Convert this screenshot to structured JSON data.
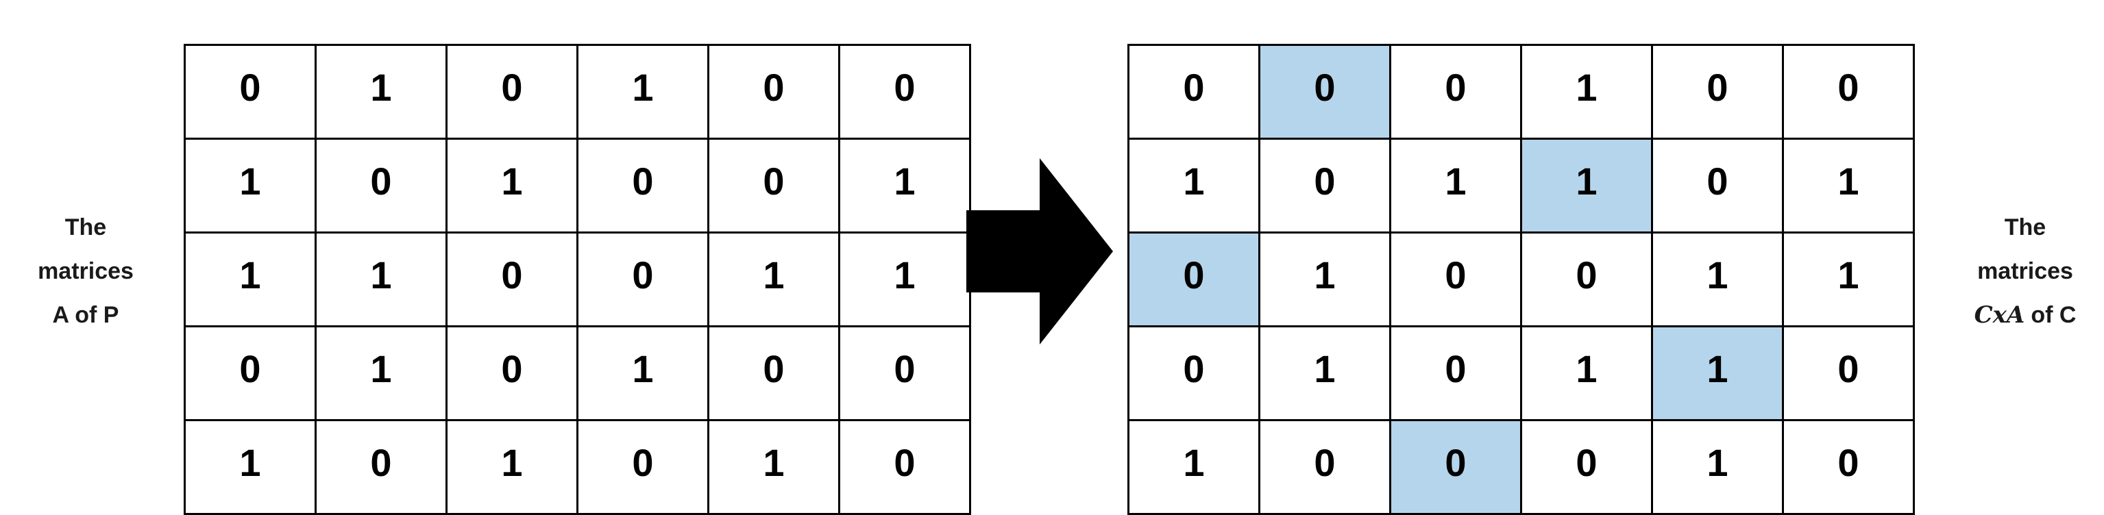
{
  "left_label": {
    "line1": "The",
    "line2": "matrices",
    "line3": "A of P"
  },
  "right_label": {
    "line1": "The",
    "line2": "matrices",
    "line3_math": "CxA",
    "line3_suffix": "of C"
  },
  "left_matrix": {
    "rows": [
      [
        "0",
        "1",
        "0",
        "1",
        "0",
        "0"
      ],
      [
        "1",
        "0",
        "1",
        "0",
        "0",
        "1"
      ],
      [
        "1",
        "1",
        "0",
        "0",
        "1",
        "1"
      ],
      [
        "0",
        "1",
        "0",
        "1",
        "0",
        "0"
      ],
      [
        "1",
        "0",
        "1",
        "0",
        "1",
        "0"
      ]
    ],
    "highlighted": []
  },
  "right_matrix": {
    "rows": [
      [
        "0",
        "0",
        "0",
        "1",
        "0",
        "0"
      ],
      [
        "1",
        "0",
        "1",
        "1",
        "0",
        "1"
      ],
      [
        "0",
        "1",
        "0",
        "0",
        "1",
        "1"
      ],
      [
        "0",
        "1",
        "0",
        "1",
        "1",
        "0"
      ],
      [
        "1",
        "0",
        "0",
        "0",
        "1",
        "0"
      ]
    ],
    "highlighted": [
      [
        0,
        1
      ],
      [
        1,
        3
      ],
      [
        2,
        0
      ],
      [
        3,
        4
      ],
      [
        4,
        2
      ]
    ]
  },
  "colors": {
    "highlight_blue": "#B5D5EC",
    "border_black": "#000000",
    "arrow_black": "#000000"
  }
}
